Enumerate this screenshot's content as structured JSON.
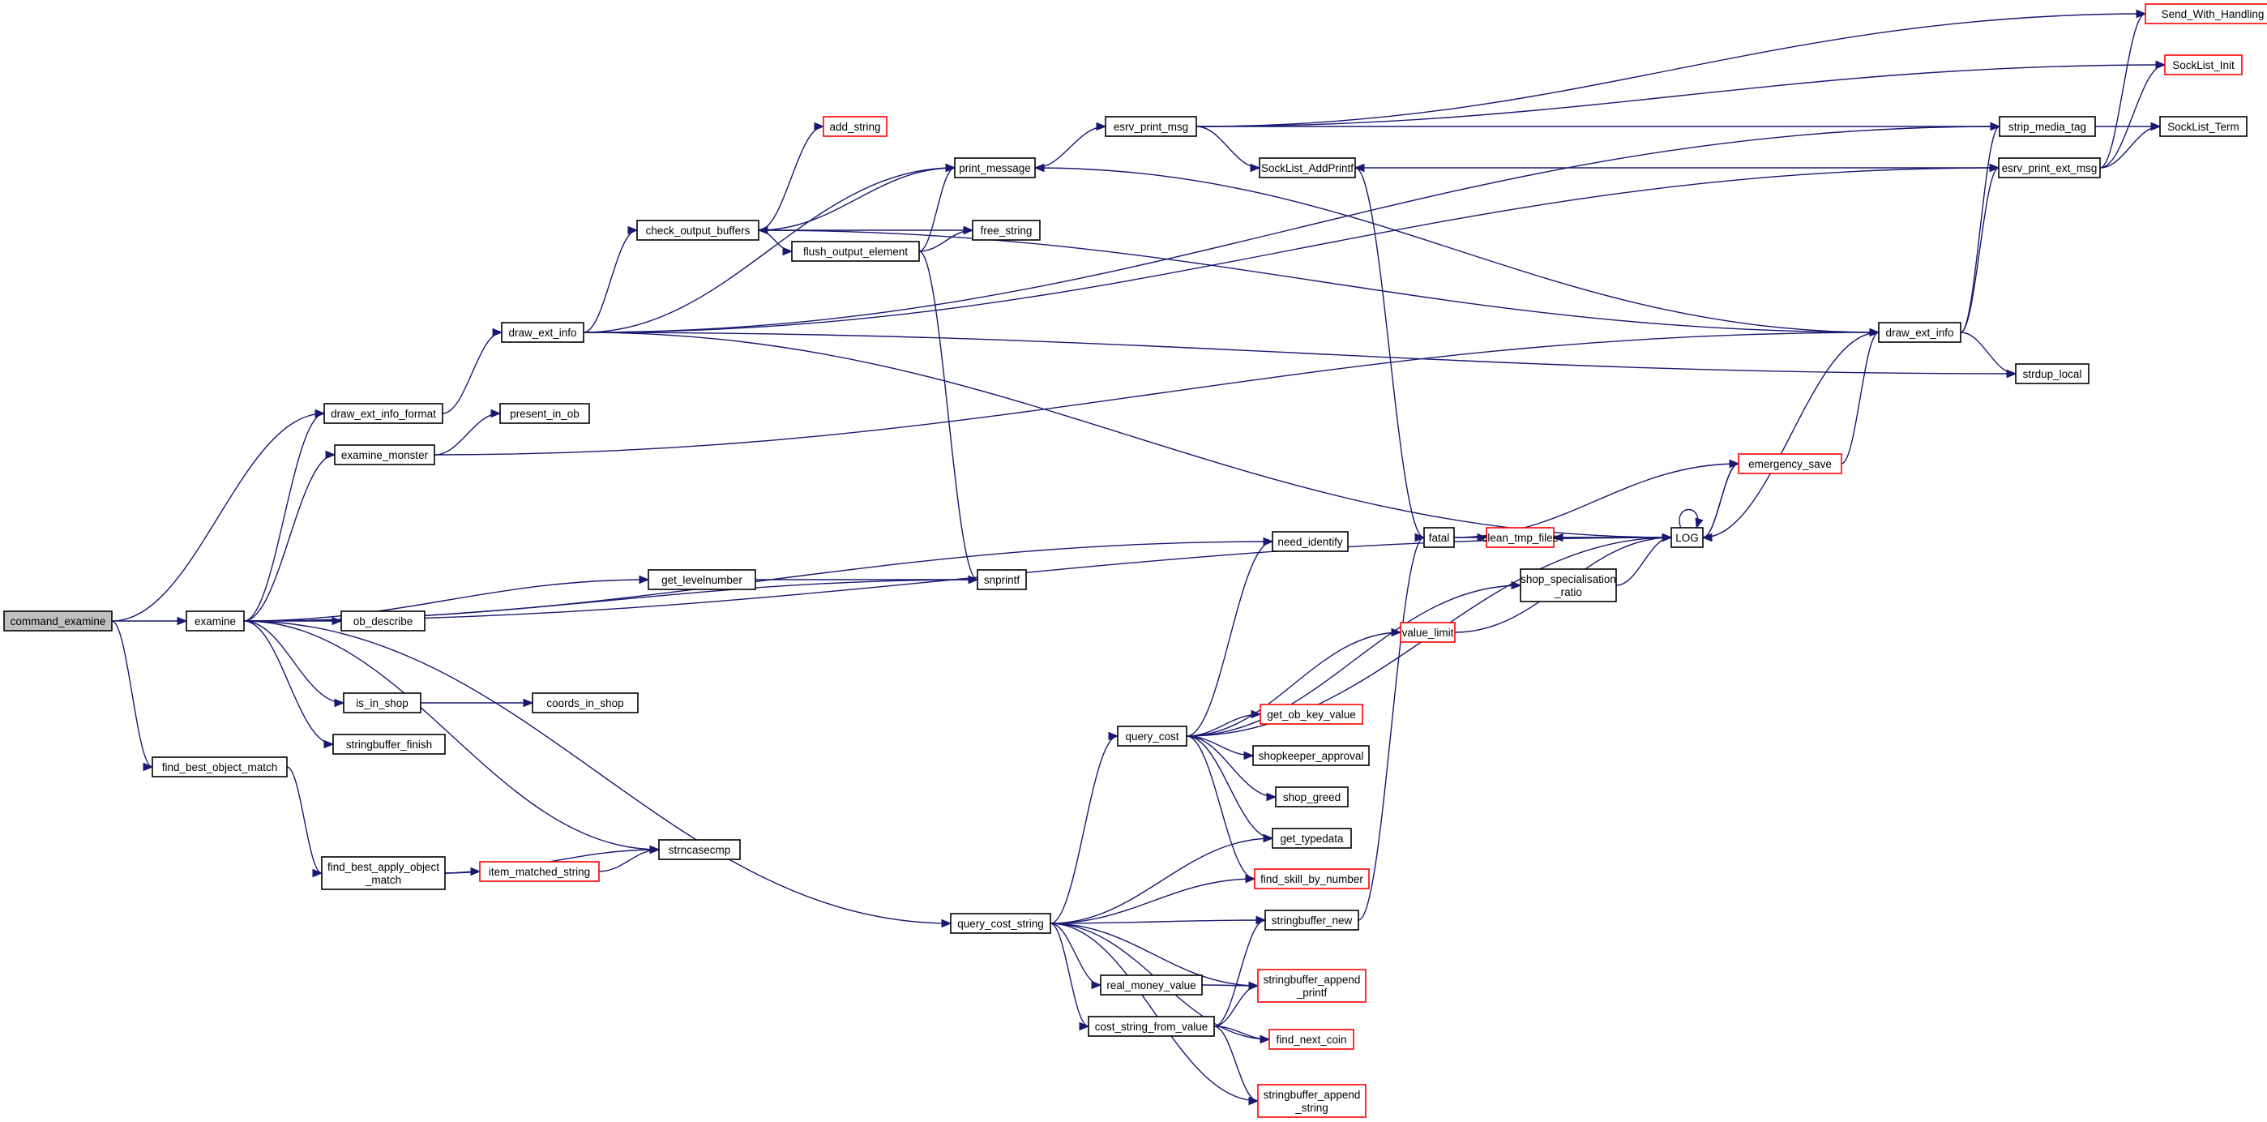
{
  "diagram": {
    "type": "call-graph",
    "title": "command_examine call graph",
    "colors": {
      "edge": "#191970",
      "node_border": "#000000",
      "external_border": "#ff0000",
      "root_fill": "#bfbfbf",
      "node_fill": "#ffffff"
    },
    "nodes": [
      {
        "id": "command_examine",
        "label": [
          "command_examine"
        ],
        "root": true
      },
      {
        "id": "examine",
        "label": [
          "examine"
        ]
      },
      {
        "id": "draw_ext_info_format",
        "label": [
          "draw_ext_info_format"
        ]
      },
      {
        "id": "find_best_object_match",
        "label": [
          "find_best_object_match"
        ]
      },
      {
        "id": "draw_ext_info_left",
        "label": [
          "draw_ext_info"
        ]
      },
      {
        "id": "examine_monster",
        "label": [
          "examine_monster"
        ]
      },
      {
        "id": "present_in_ob",
        "label": [
          "present_in_ob"
        ]
      },
      {
        "id": "check_output_buffers",
        "label": [
          "check_output_buffers"
        ]
      },
      {
        "id": "add_string",
        "label": [
          "add_string"
        ],
        "external": true
      },
      {
        "id": "print_message",
        "label": [
          "print_message"
        ]
      },
      {
        "id": "flush_output_element",
        "label": [
          "flush_output_element"
        ]
      },
      {
        "id": "free_string",
        "label": [
          "free_string"
        ]
      },
      {
        "id": "esrv_print_msg",
        "label": [
          "esrv_print_msg"
        ]
      },
      {
        "id": "SockList_AddPrintf",
        "label": [
          "SockList_AddPrintf"
        ]
      },
      {
        "id": "strip_media_tag",
        "label": [
          "strip_media_tag"
        ]
      },
      {
        "id": "Send_With_Handling",
        "label": [
          "Send_With_Handling"
        ],
        "external": true
      },
      {
        "id": "SockList_Init",
        "label": [
          "SockList_Init"
        ],
        "external": true
      },
      {
        "id": "SockList_Term",
        "label": [
          "SockList_Term"
        ]
      },
      {
        "id": "esrv_print_ext_msg",
        "label": [
          "esrv_print_ext_msg"
        ]
      },
      {
        "id": "draw_ext_info_right",
        "label": [
          "draw_ext_info"
        ]
      },
      {
        "id": "strdup_local",
        "label": [
          "strdup_local"
        ]
      },
      {
        "id": "emergency_save",
        "label": [
          "emergency_save"
        ],
        "external": true
      },
      {
        "id": "fatal",
        "label": [
          "fatal"
        ]
      },
      {
        "id": "clean_tmp_files",
        "label": [
          "clean_tmp_files"
        ],
        "external": true
      },
      {
        "id": "LOG",
        "label": [
          "LOG"
        ]
      },
      {
        "id": "need_identify",
        "label": [
          "need_identify"
        ]
      },
      {
        "id": "get_levelnumber",
        "label": [
          "get_levelnumber"
        ]
      },
      {
        "id": "snprintf",
        "label": [
          "snprintf"
        ]
      },
      {
        "id": "ob_describe",
        "label": [
          "ob_describe"
        ]
      },
      {
        "id": "shop_specialisation_ratio",
        "label": [
          "shop_specialisation",
          "_ratio"
        ]
      },
      {
        "id": "value_limit",
        "label": [
          "value_limit"
        ],
        "external": true
      },
      {
        "id": "is_in_shop",
        "label": [
          "is_in_shop"
        ]
      },
      {
        "id": "coords_in_shop",
        "label": [
          "coords_in_shop"
        ]
      },
      {
        "id": "stringbuffer_finish",
        "label": [
          "stringbuffer_finish"
        ]
      },
      {
        "id": "query_cost",
        "label": [
          "query_cost"
        ]
      },
      {
        "id": "get_ob_key_value",
        "label": [
          "get_ob_key_value"
        ],
        "external": true
      },
      {
        "id": "shopkeeper_approval",
        "label": [
          "shopkeeper_approval"
        ]
      },
      {
        "id": "shop_greed",
        "label": [
          "shop_greed"
        ]
      },
      {
        "id": "get_typedata",
        "label": [
          "get_typedata"
        ]
      },
      {
        "id": "find_skill_by_number",
        "label": [
          "find_skill_by_number"
        ],
        "external": true
      },
      {
        "id": "stringbuffer_new",
        "label": [
          "stringbuffer_new"
        ]
      },
      {
        "id": "strncasecmp",
        "label": [
          "strncasecmp"
        ]
      },
      {
        "id": "find_best_apply_object_match",
        "label": [
          "find_best_apply_object",
          "_match"
        ]
      },
      {
        "id": "item_matched_string",
        "label": [
          "item_matched_string"
        ],
        "external": true
      },
      {
        "id": "query_cost_string",
        "label": [
          "query_cost_string"
        ]
      },
      {
        "id": "real_money_value",
        "label": [
          "real_money_value"
        ]
      },
      {
        "id": "stringbuffer_append_printf",
        "label": [
          "stringbuffer_append",
          "_printf"
        ],
        "external": true
      },
      {
        "id": "cost_string_from_value",
        "label": [
          "cost_string_from_value"
        ]
      },
      {
        "id": "find_next_coin",
        "label": [
          "find_next_coin"
        ],
        "external": true
      },
      {
        "id": "stringbuffer_append_string",
        "label": [
          "stringbuffer_append",
          "_string"
        ],
        "external": true
      }
    ],
    "edges": [
      [
        "command_examine",
        "examine"
      ],
      [
        "command_examine",
        "draw_ext_info_format"
      ],
      [
        "command_examine",
        "find_best_object_match"
      ],
      [
        "examine",
        "draw_ext_info_format"
      ],
      [
        "examine",
        "examine_monster"
      ],
      [
        "examine",
        "get_levelnumber"
      ],
      [
        "examine",
        "snprintf"
      ],
      [
        "examine",
        "ob_describe"
      ],
      [
        "examine",
        "need_identify"
      ],
      [
        "examine",
        "LOG"
      ],
      [
        "examine",
        "is_in_shop"
      ],
      [
        "examine",
        "stringbuffer_finish"
      ],
      [
        "examine",
        "strncasecmp"
      ],
      [
        "examine",
        "query_cost_string"
      ],
      [
        "draw_ext_info_format",
        "draw_ext_info_left"
      ],
      [
        "find_best_object_match",
        "find_best_apply_object_match"
      ],
      [
        "find_best_apply_object_match",
        "item_matched_string"
      ],
      [
        "find_best_apply_object_match",
        "strncasecmp"
      ],
      [
        "item_matched_string",
        "strncasecmp"
      ],
      [
        "examine_monster",
        "present_in_ob"
      ],
      [
        "examine_monster",
        "draw_ext_info_right"
      ],
      [
        "draw_ext_info_left",
        "check_output_buffers"
      ],
      [
        "draw_ext_info_left",
        "print_message"
      ],
      [
        "draw_ext_info_left",
        "strip_media_tag"
      ],
      [
        "draw_ext_info_left",
        "esrv_print_ext_msg"
      ],
      [
        "draw_ext_info_left",
        "strdup_local"
      ],
      [
        "draw_ext_info_left",
        "LOG"
      ],
      [
        "check_output_buffers",
        "add_string"
      ],
      [
        "check_output_buffers",
        "print_message"
      ],
      [
        "check_output_buffers",
        "free_string"
      ],
      [
        "check_output_buffers",
        "flush_output_element"
      ],
      [
        "flush_output_element",
        "print_message"
      ],
      [
        "flush_output_element",
        "free_string"
      ],
      [
        "flush_output_element",
        "snprintf"
      ],
      [
        "print_message",
        "esrv_print_msg"
      ],
      [
        "esrv_print_msg",
        "Send_With_Handling"
      ],
      [
        "esrv_print_msg",
        "SockList_Init"
      ],
      [
        "esrv_print_msg",
        "SockList_Term"
      ],
      [
        "esrv_print_msg",
        "SockList_AddPrintf"
      ],
      [
        "SockList_AddPrintf",
        "fatal"
      ],
      [
        "esrv_print_ext_msg",
        "SockList_AddPrintf"
      ],
      [
        "esrv_print_ext_msg",
        "Send_With_Handling"
      ],
      [
        "esrv_print_ext_msg",
        "SockList_Init"
      ],
      [
        "esrv_print_ext_msg",
        "SockList_Term"
      ],
      [
        "draw_ext_info_right",
        "esrv_print_ext_msg"
      ],
      [
        "draw_ext_info_right",
        "strip_media_tag"
      ],
      [
        "draw_ext_info_right",
        "strdup_local"
      ],
      [
        "draw_ext_info_right",
        "print_message"
      ],
      [
        "draw_ext_info_right",
        "check_output_buffers"
      ],
      [
        "draw_ext_info_right",
        "LOG"
      ],
      [
        "emergency_save",
        "draw_ext_info_right"
      ],
      [
        "emergency_save",
        "LOG"
      ],
      [
        "LOG",
        "emergency_save"
      ],
      [
        "LOG",
        "clean_tmp_files"
      ],
      [
        "LOG",
        "LOG"
      ],
      [
        "fatal",
        "clean_tmp_files"
      ],
      [
        "fatal",
        "emergency_save"
      ],
      [
        "clean_tmp_files",
        "LOG"
      ],
      [
        "get_levelnumber",
        "snprintf"
      ],
      [
        "is_in_shop",
        "coords_in_shop"
      ],
      [
        "shop_specialisation_ratio",
        "LOG"
      ],
      [
        "value_limit",
        "LOG"
      ],
      [
        "query_cost",
        "need_identify"
      ],
      [
        "query_cost",
        "shop_specialisation_ratio"
      ],
      [
        "query_cost",
        "value_limit"
      ],
      [
        "query_cost",
        "LOG"
      ],
      [
        "query_cost",
        "get_ob_key_value"
      ],
      [
        "query_cost",
        "shopkeeper_approval"
      ],
      [
        "query_cost",
        "shop_greed"
      ],
      [
        "query_cost",
        "get_typedata"
      ],
      [
        "query_cost",
        "find_skill_by_number"
      ],
      [
        "stringbuffer_new",
        "fatal"
      ],
      [
        "query_cost_string",
        "query_cost"
      ],
      [
        "query_cost_string",
        "get_typedata"
      ],
      [
        "query_cost_string",
        "find_skill_by_number"
      ],
      [
        "query_cost_string",
        "stringbuffer_new"
      ],
      [
        "query_cost_string",
        "stringbuffer_append_printf"
      ],
      [
        "query_cost_string",
        "real_money_value"
      ],
      [
        "query_cost_string",
        "cost_string_from_value"
      ],
      [
        "query_cost_string",
        "find_next_coin"
      ],
      [
        "query_cost_string",
        "stringbuffer_append_string"
      ],
      [
        "real_money_value",
        "stringbuffer_append_printf"
      ],
      [
        "cost_string_from_value",
        "stringbuffer_new"
      ],
      [
        "cost_string_from_value",
        "stringbuffer_append_printf"
      ],
      [
        "cost_string_from_value",
        "find_next_coin"
      ],
      [
        "cost_string_from_value",
        "stringbuffer_append_string"
      ]
    ]
  }
}
